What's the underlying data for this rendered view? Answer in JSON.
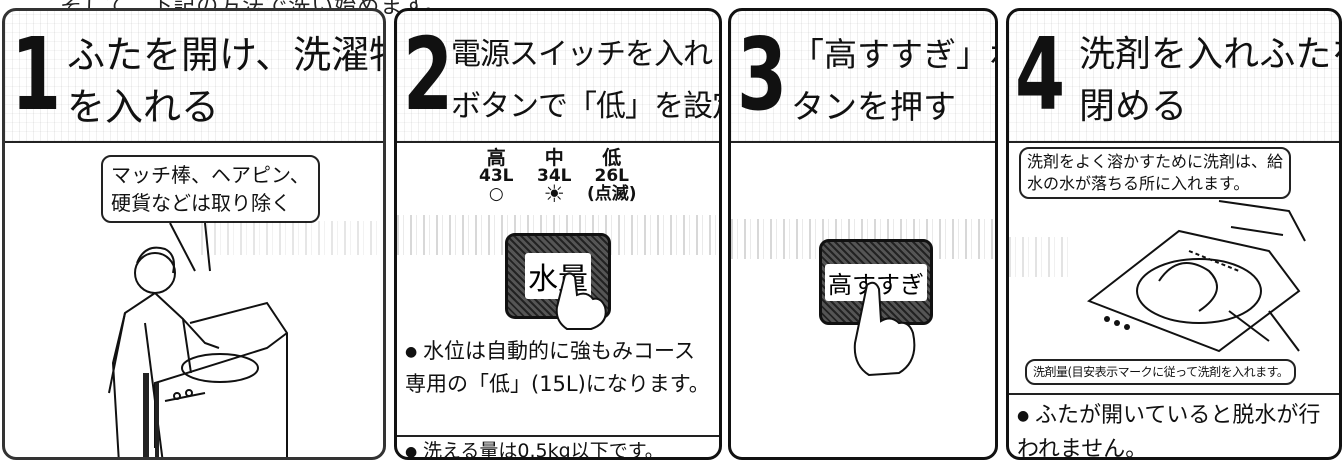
{
  "page": {
    "top_strip": "そして、下記の方法で洗い始めます。"
  },
  "steps": [
    {
      "number": "1",
      "title_lines": [
        "ふたを開け、洗濯物",
        "を入れる"
      ],
      "callout_lines": [
        "マッチ棒、ヘアピン、",
        "硬貨などは取り除く"
      ],
      "illustration": "person-loading-washer-icon"
    },
    {
      "number": "2",
      "title_lines": [
        "電源スイッチを入れ「水量」",
        "ボタンで「低」を設定する"
      ],
      "levels": [
        {
          "name": "高",
          "amount": "43L",
          "indicator": "○"
        },
        {
          "name": "中",
          "amount": "34L",
          "indicator": "☀"
        },
        {
          "name": "低",
          "amount": "26L",
          "indicator": "(点滅)"
        }
      ],
      "key_label": "水量",
      "notes": [
        "水位は自動的に強もみコース専用の「低」(15L)になります。",
        "洗える量は0.5kg以下です。"
      ],
      "illustration": "finger-press-icon"
    },
    {
      "number": "3",
      "title_lines": [
        "「高すすぎ」ボ",
        "タンを押す"
      ],
      "key_label": "高すすぎ",
      "illustration": "finger-press-icon"
    },
    {
      "number": "4",
      "title_lines": [
        "洗剤を入れふたを",
        "閉める"
      ],
      "callout_lines": [
        "洗剤をよく溶かすために洗剤は、給",
        "水の水が落ちる所に入れます。"
      ],
      "bottom_callout": "洗剤量(目安表示マークに従って洗剤を入れます。",
      "note": "ふたが開いていると脱水が行われません。",
      "illustration": "hands-pouring-detergent-icon"
    }
  ]
}
